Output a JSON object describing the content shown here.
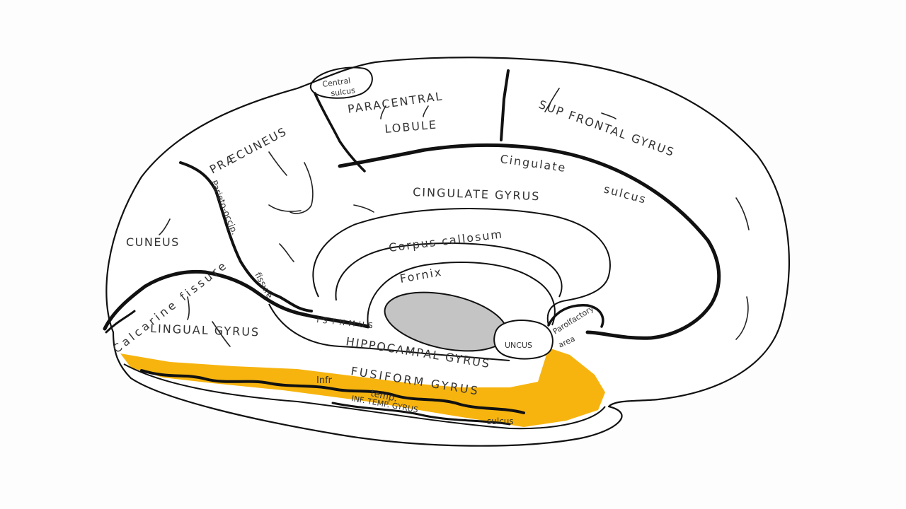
{
  "colors": {
    "highlight": "#f7b40f",
    "thalamus": "#c4c4c4",
    "outline": "#111111",
    "background": "#fdfdfd"
  },
  "labels": {
    "central_sulcus_1": "Central",
    "central_sulcus_2": "sulcus",
    "paracentral_1": "PARACENTRAL",
    "paracentral_2": "LOBULE",
    "sup_frontal": "SUP   FRONTAL   GYRUS",
    "praecuneus": "PRÆCUNEUS",
    "cingulate_sulcus_1": "Cingulate",
    "cingulate_sulcus_2": "sulcus",
    "cingulate_gyrus": "CINGULATE GYRUS",
    "parieto_occip": "Parieto-occip.",
    "fissure": "fissure",
    "cuneus": "CUNEUS",
    "corpus_callosum": "Corpus callosum",
    "fornix": "Fornix",
    "calcarine": "Calcarine fissure",
    "lingual": "LINGUAL GYRUS",
    "isthmus": "ISTHMUS",
    "hippocampal": "HIPPOCAMPAL GYRUS",
    "uncus": "UNCUS",
    "parolfactory_1": "Parolfactory",
    "parolfactory_2": "area",
    "fusiform": "FUSIFORM GYRUS",
    "infr": "Infr",
    "temp": "temp.",
    "inf_temp_gyrus": "INF. TEMP. GYRUS",
    "sulcus_bottom": "sulcus"
  }
}
